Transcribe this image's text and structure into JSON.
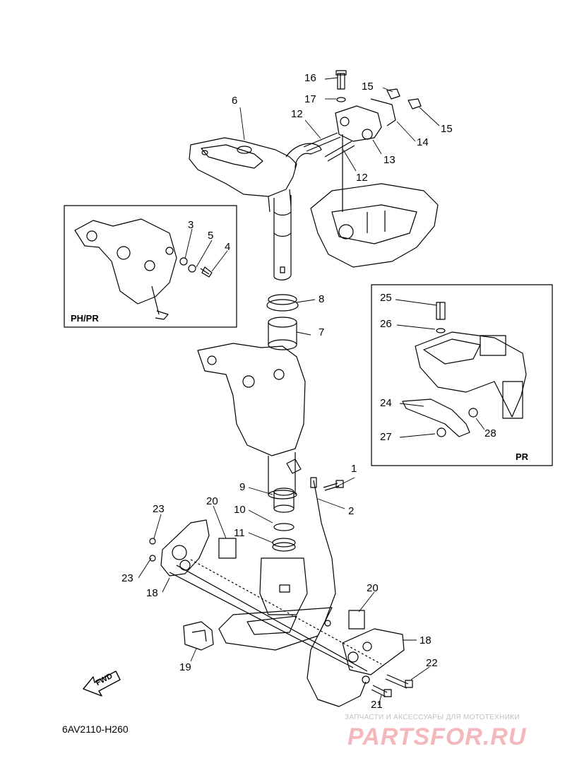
{
  "callouts": {
    "c1": "1",
    "c2": "2",
    "c3": "3",
    "c4": "4",
    "c5": "5",
    "c6": "6",
    "c7": "7",
    "c8": "8",
    "c9": "9",
    "c10": "10",
    "c11": "11",
    "c12a": "12",
    "c12b": "12",
    "c13": "13",
    "c14": "14",
    "c15a": "15",
    "c15b": "15",
    "c16": "16",
    "c17": "17",
    "c18a": "18",
    "c18b": "18",
    "c19": "19",
    "c20a": "20",
    "c20b": "20",
    "c21": "21",
    "c22": "22",
    "c23a": "23",
    "c23b": "23",
    "c24": "24",
    "c25": "25",
    "c26": "26",
    "c27": "27",
    "c28": "28"
  },
  "insets": {
    "phpr": "PH/PR",
    "pr": "PR"
  },
  "fwd_label": "FWD",
  "part_code": "6AV2110-H260",
  "watermark": {
    "tagline": "ЗАПЧАСТИ И АКСЕССУАРЫ ДЛЯ МОТОТЕХНИКИ",
    "brand": "PARTSFOR.RU"
  }
}
